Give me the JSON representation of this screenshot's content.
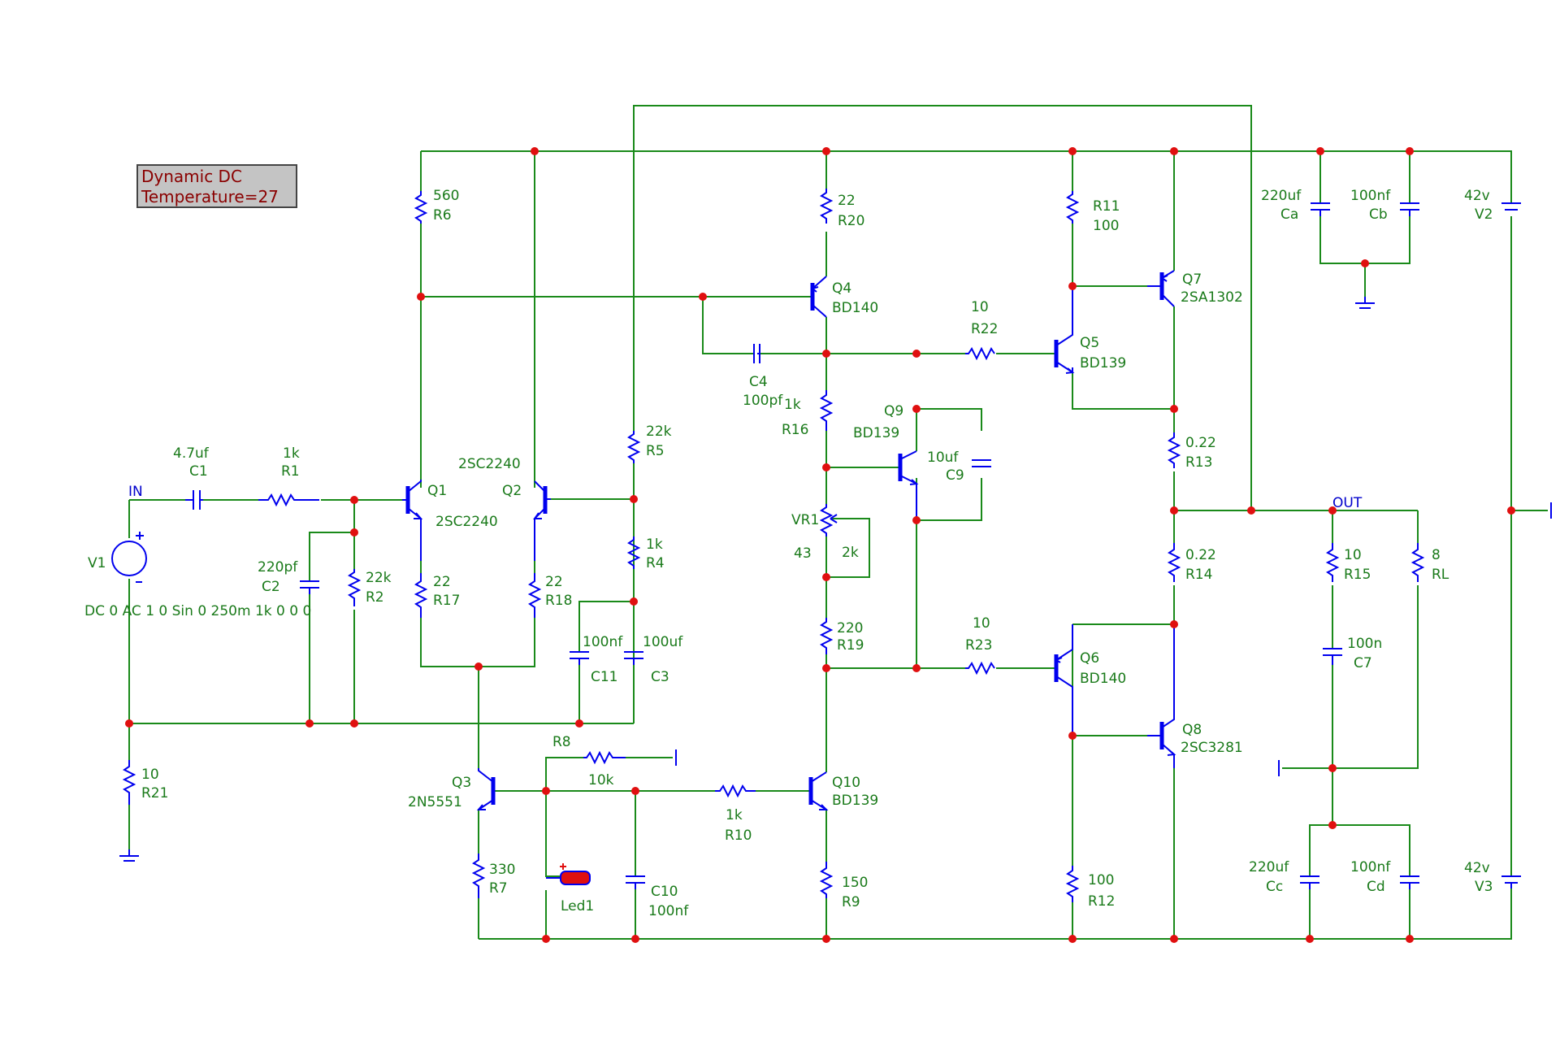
{
  "sim_box": {
    "line1": "Dynamic DC",
    "line2": "Temperature=27"
  },
  "colors": {
    "wire": "#1a8a1a",
    "component": "#0000ee",
    "label": "#1a7a1a",
    "junction": "#e01010",
    "sim_box_bg": "#c4c4c4",
    "sim_box_text": "#8a0000"
  },
  "nets": {
    "in": "IN",
    "out": "OUT"
  },
  "source_spec": "DC 0 AC 1 0 Sin 0 250m 1k 0 0 0",
  "parts": {
    "V1": {
      "name": "V1"
    },
    "C1": {
      "name": "C1",
      "value": "4.7uf"
    },
    "R1": {
      "name": "R1",
      "value": "1k"
    },
    "C2": {
      "name": "C2",
      "value": "220pf"
    },
    "R2": {
      "name": "R2",
      "value": "22k"
    },
    "R21": {
      "name": "R21",
      "value": "10"
    },
    "R6": {
      "name": "R6",
      "value": "560"
    },
    "Q1": {
      "name": "Q1",
      "model": "2SC2240"
    },
    "Q2": {
      "name": "Q2",
      "model": "2SC2240"
    },
    "R17": {
      "name": "R17",
      "value": "22"
    },
    "R18": {
      "name": "R18",
      "value": "22"
    },
    "R5": {
      "name": "R5",
      "value": "22k"
    },
    "R4": {
      "name": "R4",
      "value": "1k"
    },
    "C11": {
      "name": "C11",
      "value": "100nf"
    },
    "C3": {
      "name": "C3",
      "value": "100uf"
    },
    "Q3": {
      "name": "Q3",
      "model": "2N5551"
    },
    "R7": {
      "name": "R7",
      "value": "330"
    },
    "R8": {
      "name": "R8",
      "value": "10k"
    },
    "Led1": {
      "name": "Led1"
    },
    "C10": {
      "name": "C10",
      "value": "100nf"
    },
    "R10": {
      "name": "R10",
      "value": "1k"
    },
    "Q10": {
      "name": "Q10",
      "model": "BD139"
    },
    "R9": {
      "name": "R9",
      "value": "150"
    },
    "R20": {
      "name": "R20",
      "value": "22"
    },
    "Q4": {
      "name": "Q4",
      "model": "BD140"
    },
    "C4": {
      "name": "C4",
      "value": "100pf"
    },
    "R16": {
      "name": "R16",
      "value": "1k"
    },
    "VR1": {
      "name": "VR1",
      "value_a": "43",
      "value_b": "2k"
    },
    "R19": {
      "name": "R19",
      "value": "220"
    },
    "Q9": {
      "name": "Q9",
      "model": "BD139"
    },
    "C9": {
      "name": "C9",
      "value": "10uf"
    },
    "R22": {
      "name": "R22",
      "value": "10"
    },
    "R23": {
      "name": "R23",
      "value": "10"
    },
    "Q5": {
      "name": "Q5",
      "model": "BD139"
    },
    "Q6": {
      "name": "Q6",
      "model": "BD140"
    },
    "R11": {
      "name": "R11",
      "value": "100"
    },
    "R12": {
      "name": "R12",
      "value": "100"
    },
    "Q7": {
      "name": "Q7",
      "model": "2SA1302"
    },
    "Q8": {
      "name": "Q8",
      "model": "2SC3281"
    },
    "R13": {
      "name": "R13",
      "value": "0.22"
    },
    "R14": {
      "name": "R14",
      "value": "0.22"
    },
    "R15": {
      "name": "R15",
      "value": "10"
    },
    "C7": {
      "name": "C7",
      "value": "100n"
    },
    "RL": {
      "name": "RL",
      "value": "8"
    },
    "Ca": {
      "name": "Ca",
      "value": "220uf"
    },
    "Cb": {
      "name": "Cb",
      "value": "100nf"
    },
    "Cc": {
      "name": "Cc",
      "value": "220uf"
    },
    "Cd": {
      "name": "Cd",
      "value": "100nf"
    },
    "V2": {
      "name": "V2",
      "value": "42v"
    },
    "V3": {
      "name": "V3",
      "value": "42v"
    }
  }
}
